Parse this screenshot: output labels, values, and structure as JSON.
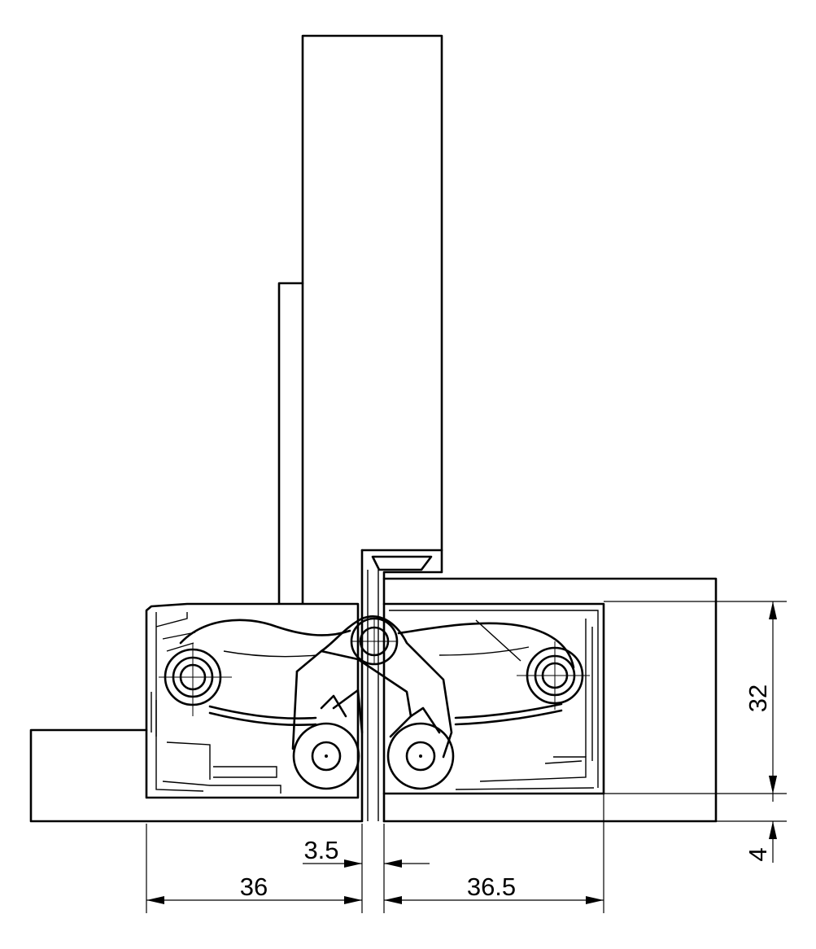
{
  "drawing": {
    "dimensions": {
      "left_width": "36",
      "gap": "3.5",
      "right_width": "36.5",
      "height": "32",
      "offset": "4"
    }
  }
}
